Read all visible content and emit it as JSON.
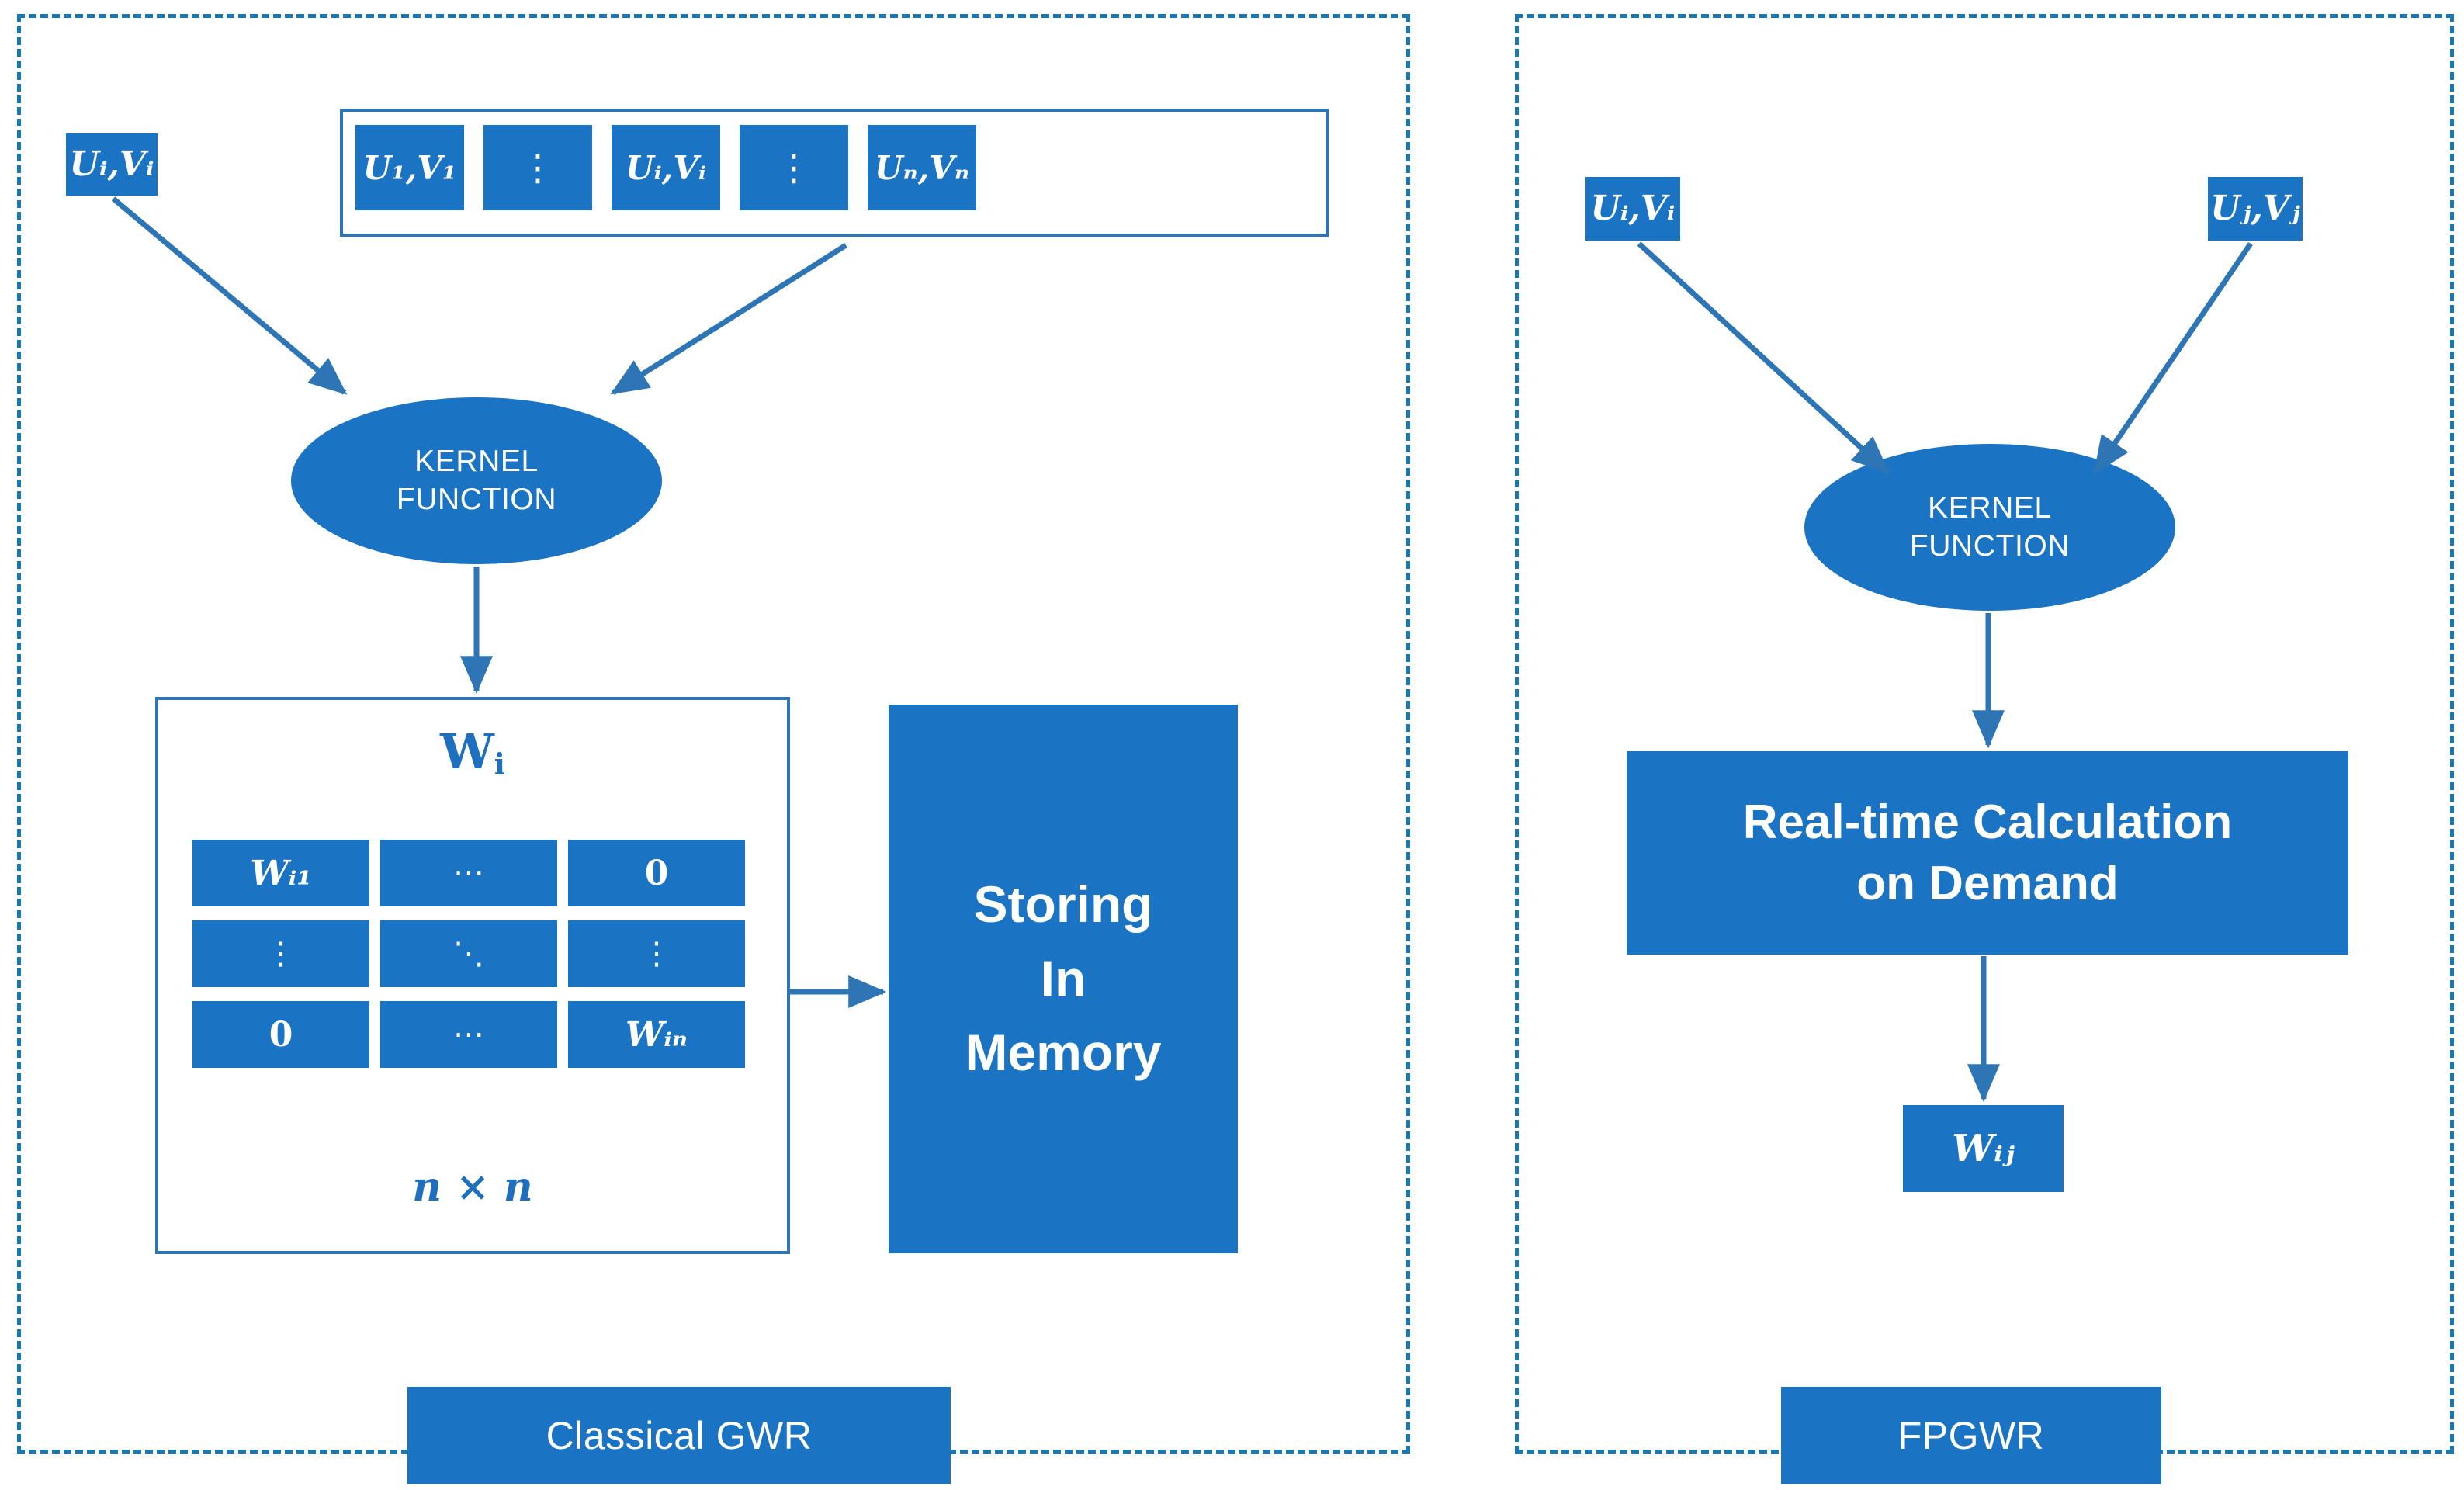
{
  "panels": {
    "left": {
      "caption": "Classical GWR",
      "point_tile": "Uᵢ,Vᵢ",
      "vector_cells": [
        {
          "kind": "pair",
          "label": "U₁,V₁"
        },
        {
          "kind": "vdots",
          "label": "⋮"
        },
        {
          "kind": "pair",
          "label": "Uᵢ,Vᵢ"
        },
        {
          "kind": "vdots",
          "label": "⋮"
        },
        {
          "kind": "pair",
          "label": "Uₙ,Vₙ"
        }
      ],
      "kernel_line1": "KERNEL",
      "kernel_line2": "FUNCTION",
      "matrix": {
        "title": "W",
        "title_sub": "i",
        "cells": [
          {
            "kind": "var",
            "base": "W",
            "sub": "i1",
            "label": "Wᵢ₁"
          },
          {
            "kind": "hdots",
            "label": "⋯"
          },
          {
            "kind": "zero",
            "label": "0"
          },
          {
            "kind": "vdots",
            "label": "⋮"
          },
          {
            "kind": "ddots",
            "label": "⋱"
          },
          {
            "kind": "vdots",
            "label": "⋮"
          },
          {
            "kind": "zero",
            "label": "0"
          },
          {
            "kind": "hdots",
            "label": "⋯"
          },
          {
            "kind": "var",
            "base": "W",
            "sub": "in",
            "label": "Wᵢₙ"
          }
        ],
        "dimension": "n × n"
      },
      "memory_lines": [
        "Storing",
        "In",
        "Memory"
      ]
    },
    "right": {
      "caption": "FPGWR",
      "point_tile_left": "Uᵢ,Vᵢ",
      "point_tile_right": "Uⱼ,Vⱼ",
      "kernel_line1": "KERNEL",
      "kernel_line2": "FUNCTION",
      "realtime_lines": [
        "Real-time Calculation",
        "on Demand"
      ],
      "output_label": "Wᵢⱼ"
    }
  },
  "colors": {
    "primary_blue": "#1B73C4",
    "outline_blue": "#2E75B6",
    "dashed_blue": "#1878B4",
    "text_blue": "#1F6FBF",
    "white": "#FFFFFF"
  }
}
